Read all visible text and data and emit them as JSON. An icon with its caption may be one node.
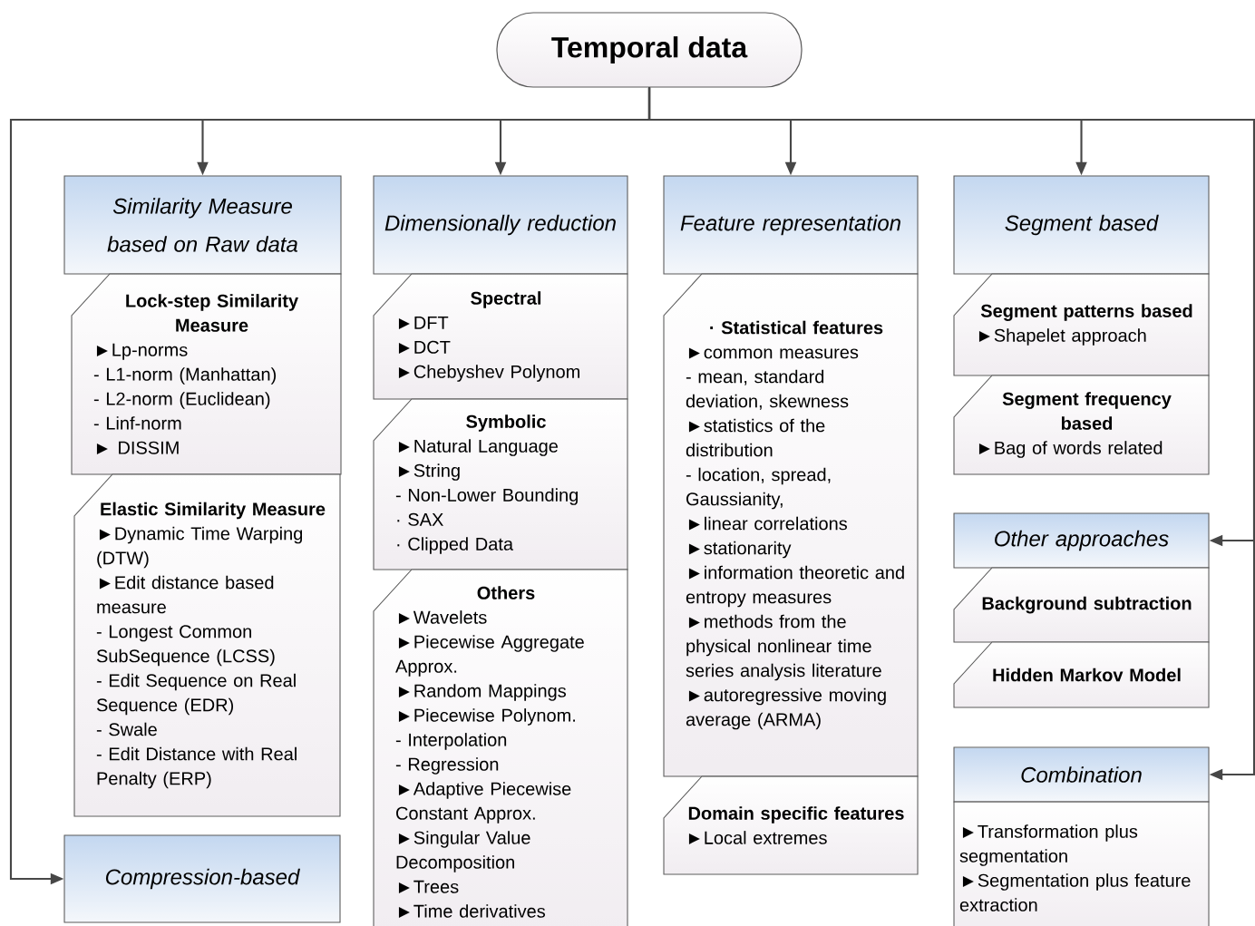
{
  "diagram": {
    "nodes": [
      {
        "text": [
          "Temporal data"
        ]
      },
      {
        "text": [
          "Similarity Measure based on Raw data"
        ]
      },
      {
        "text": [
          "Lock-step Similarity Measure",
          "►Lp-norms",
          "- L1-norm (Manhattan)",
          "- L2-norm (Euclidean)",
          "- Linf-norm",
          "► DISSIM"
        ]
      },
      {
        "text": [
          "Elastic Similarity Measure",
          "►Dynamic Time Warping (DTW)",
          "►Edit distance based measure",
          "- Longest Common SubSequence (LCSS)",
          "- Edit Sequence on Real Sequence (EDR)",
          "- Swale",
          "- Edit Distance with Real Penalty (ERP)"
        ]
      },
      {
        "text": [
          "Compression-based"
        ]
      },
      {
        "text": [
          "Dimensionally reduction"
        ]
      },
      {
        "text": [
          "Spectral",
          "►DFT",
          "►DCT",
          "►Chebyshev Polynom"
        ]
      },
      {
        "text": [
          "Symbolic",
          "►Natural Language",
          "►String",
          "- Non-Lower Bounding",
          "· SAX",
          "· Clipped Data"
        ]
      },
      {
        "text": [
          "Others",
          "►Wavelets",
          "►Piecewise Aggregate Approx.",
          "►Random Mappings",
          "►Piecewise Polynom.",
          "- Interpolation",
          "- Regression",
          "►Adaptive Piecewise Constant Approx.",
          "►Singular Value Decomposition",
          "►Trees",
          "►Time derivatives"
        ]
      },
      {
        "text": [
          "Feature representation"
        ]
      },
      {
        "text": [
          "· Statistical features",
          "►common measures",
          "- mean, standard deviation, skewness",
          "►statistics of the distribution",
          "- location, spread, Gaussianity,",
          "►linear correlations",
          "►stationarity",
          "►information theoretic and entropy measures",
          "►methods from the physical nonlinear time series analysis literature",
          "►autoregressive moving average (ARMA)"
        ]
      },
      {
        "text": [
          "Domain specific features",
          "►Local extremes"
        ]
      },
      {
        "text": [
          "Segment based"
        ]
      },
      {
        "text": [
          "Segment patterns based",
          "►Shapelet approach"
        ]
      },
      {
        "text": [
          "Segment frequency based",
          "►Bag of words related"
        ]
      },
      {
        "text": [
          "Other approaches"
        ]
      },
      {
        "text": [
          "Background subtraction"
        ]
      },
      {
        "text": [
          "Hidden Markov Model"
        ]
      },
      {
        "text": [
          "Combination"
        ]
      },
      {
        "text": [
          "►Transformation plus segmentation",
          "►Segmentation plus feature extraction"
        ]
      }
    ],
    "edges": [
      {
        "from": 0,
        "to": 1,
        "arrow": "to"
      },
      {
        "from": 0,
        "to": 5,
        "arrow": "to"
      },
      {
        "from": 0,
        "to": 9,
        "arrow": "to"
      },
      {
        "from": 0,
        "to": 12,
        "arrow": "to"
      },
      {
        "from": 0,
        "to": 4,
        "arrow": "to"
      },
      {
        "from": 0,
        "to": 15,
        "arrow": "to"
      },
      {
        "from": 0,
        "to": 18,
        "arrow": "to"
      }
    ]
  }
}
